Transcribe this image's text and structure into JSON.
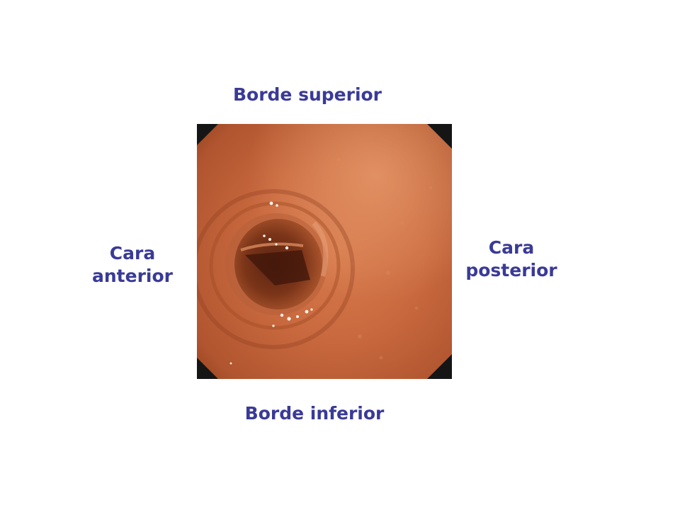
{
  "labels": {
    "top": "Borde superior",
    "bottom": "Borde inferior",
    "left": [
      "Cara",
      "anterior"
    ],
    "right": [
      "Cara",
      "posterior"
    ]
  },
  "image": {
    "subject": "endoscopic-view",
    "colors": {
      "mucosa": "#c9693f",
      "mucosa_light": "#dc8658",
      "mucosa_dark": "#8a3b1f",
      "lumen": "#4a1a0c",
      "frame": "#151515",
      "label": "#3a3a98"
    }
  }
}
